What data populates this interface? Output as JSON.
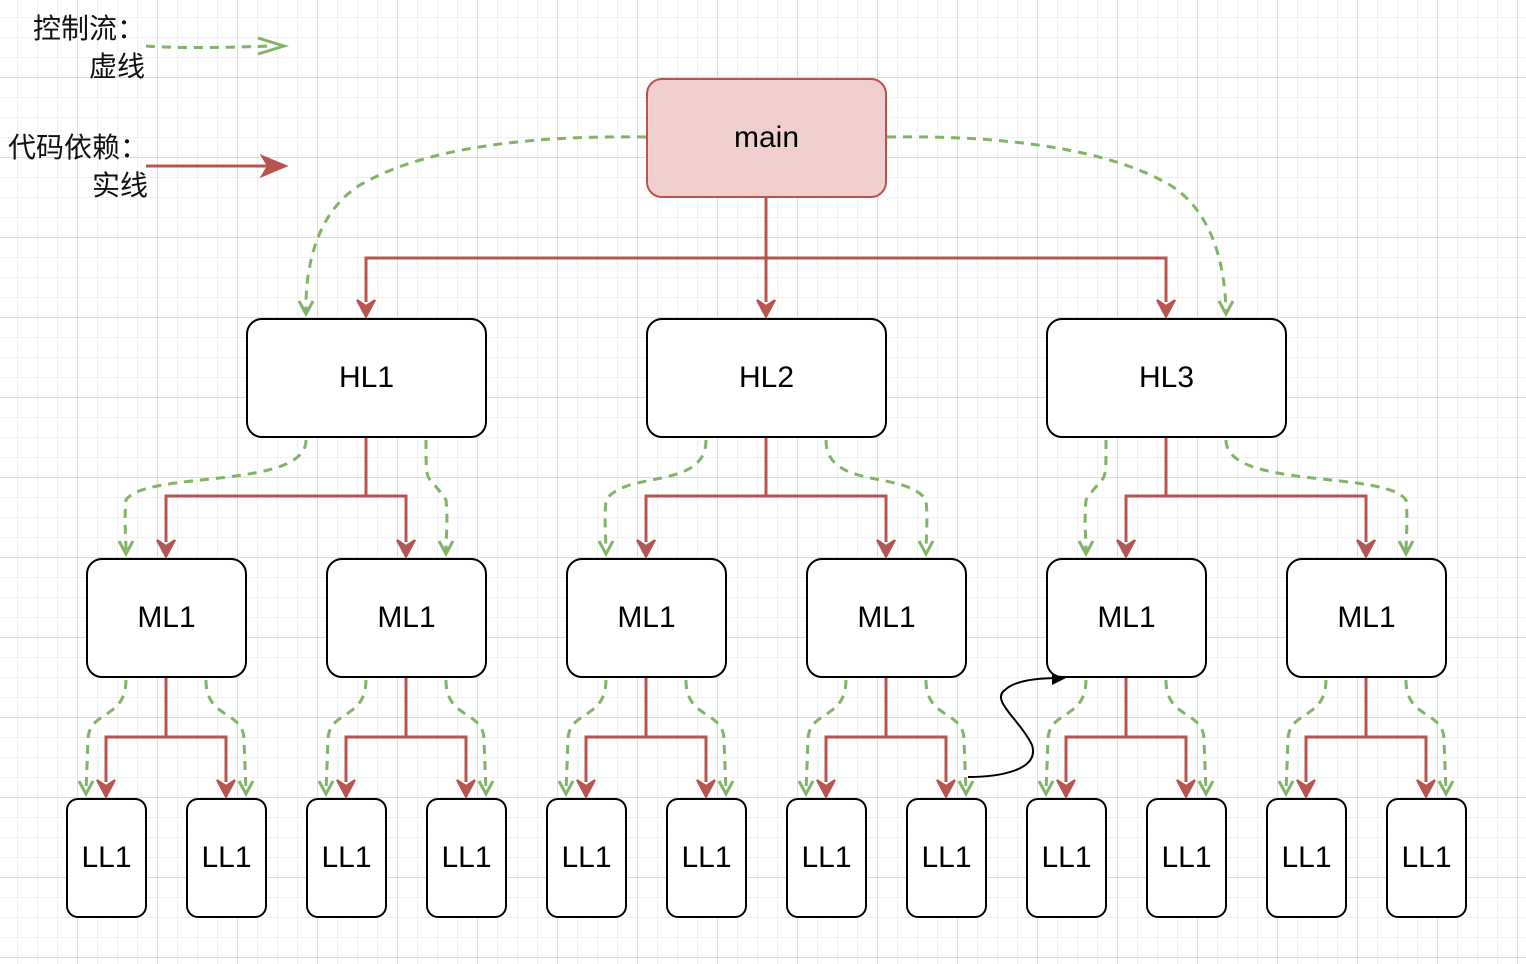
{
  "legend": {
    "control_flow_label": "控制流：",
    "control_flow_style": "虚线",
    "code_dependency_label": "代码依赖：",
    "code_dependency_style": "实线"
  },
  "nodes": {
    "main": "main",
    "high_level": [
      "HL1",
      "HL2",
      "HL3"
    ],
    "mid_level": [
      "ML1",
      "ML1",
      "ML1",
      "ML1",
      "ML1",
      "ML1"
    ],
    "low_level": [
      "LL1",
      "LL1",
      "LL1",
      "LL1",
      "LL1",
      "LL1",
      "LL1",
      "LL1",
      "LL1",
      "LL1",
      "LL1",
      "LL1"
    ]
  },
  "colors": {
    "control_flow": "#82b366",
    "dependency": "#b85450",
    "main_fill": "#f2cfcf",
    "main_stroke": "#b85450",
    "node_stroke": "#000000",
    "callback_arrow": "#000000"
  }
}
